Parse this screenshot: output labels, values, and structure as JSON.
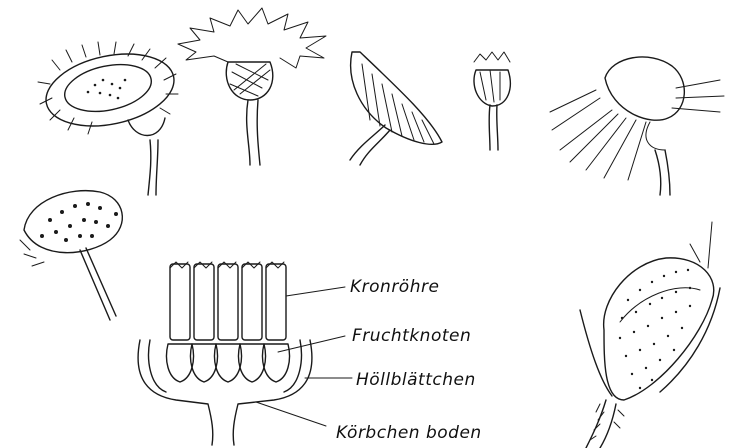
{
  "diagram": {
    "labels": {
      "kronroehre": "Kronröhre",
      "fruchtknoten": "Fruchtknoten",
      "huellblaettchen": "Höllblättchen",
      "koerbchenboden": "Körbchen boden"
    }
  }
}
